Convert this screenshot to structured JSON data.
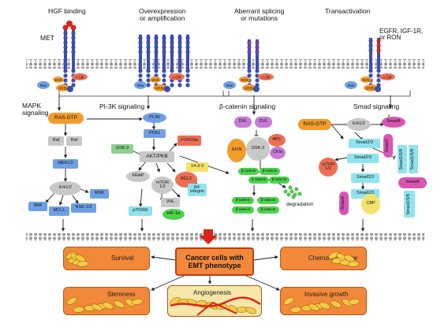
{
  "headings": {
    "hgf": "HGF binding",
    "overexp": "Overexpression\nor amplification",
    "aberrant": "Aberrant splicing\nor mutations",
    "transact": "Transactivation",
    "met": "MET",
    "egfr": "EGFR, IGF-1R,\nor RON"
  },
  "receptor_labels": {
    "ras": "Ras",
    "sos": "SOS",
    "grb2": "GRB2",
    "cbl": "c-Cbl",
    "p": "P"
  },
  "sections": {
    "mapk": "MAPK\nsignaling",
    "pi3k": "PI-3K signaling",
    "bcat": "β-catenin signaling",
    "smad": "Smad signaling"
  },
  "mapk": {
    "rasgtp": "RAS-GTP",
    "raf1": "Raf",
    "raf2": "Raf",
    "mek": "MEK1/2",
    "erk": "Erk1/2",
    "mnk": "MNK",
    "bim": "BIM",
    "mcl1": "MCL1",
    "rsk": "RSK-1/2"
  },
  "pi3k": {
    "pi3k": "PI-3K",
    "pdk1": "PDK1",
    "gsk3": "GSK-3",
    "foxo": "FOXO3a",
    "akt": "AKT/PKB",
    "frap": "FRAP",
    "mtor": "mTOR\n1/2",
    "bcl2": "BCL2",
    "p70": "p70S6K",
    "vhl": "VHL",
    "hif": "HIF-1α",
    "x1433": "14-3-3",
    "b4": "β4-\nintegrin"
  },
  "bcat": {
    "dvl1": "DVL",
    "dvl2": "DVL",
    "axin": "AXIN",
    "gsk": "GSK-3",
    "apc": "APC",
    "cki": "CKIα",
    "bc1": "β-catenin",
    "bc2": "β-catenin",
    "bc3": "β-catenin",
    "bc4": "β-catenin",
    "bc5": "β-catenin",
    "bc6": "β-catenin",
    "bc7": "β-catenin",
    "bc8": "β-catenin",
    "degradation": "degradation"
  },
  "smad": {
    "rasgtp": "RAS-GTP",
    "erk": "Erk1/2",
    "smad4a": "Smad4",
    "smad7": "Smad7",
    "smad23a": "Smad2/3",
    "smad23b": "Smad2/3",
    "smad23c": "Smad2/3",
    "smad23d": "Smad2/3",
    "mtor": "mTOR\n1/2",
    "smad4b": "Smad4",
    "cbp": "CBP",
    "smad4c": "Smad4",
    "smad158a": "Smad1/5/8",
    "smad158b": "Smad1/5/8",
    "smad158c": "Smad1/5/8"
  },
  "outcomes": {
    "center": "Cancer cells with\nEMT phenotype",
    "survival": "Survival",
    "chemo": "Chemoresistance",
    "stemness": "Stemness",
    "angio": "Angiogenesis",
    "invasive": "Invasive growth"
  },
  "colors": {
    "orange": "#f39c2a",
    "grey": "#c8c8c8",
    "blue": "#6fa0e6",
    "cyan": "#8fe3ee",
    "green": "#4bd34b",
    "red": "#ee6e52",
    "purple": "#c77ad6",
    "magenta": "#d855b4",
    "yellow": "#f3e36b",
    "arrowRed": "#d9261c",
    "outcomeFill": "#f2883a"
  }
}
